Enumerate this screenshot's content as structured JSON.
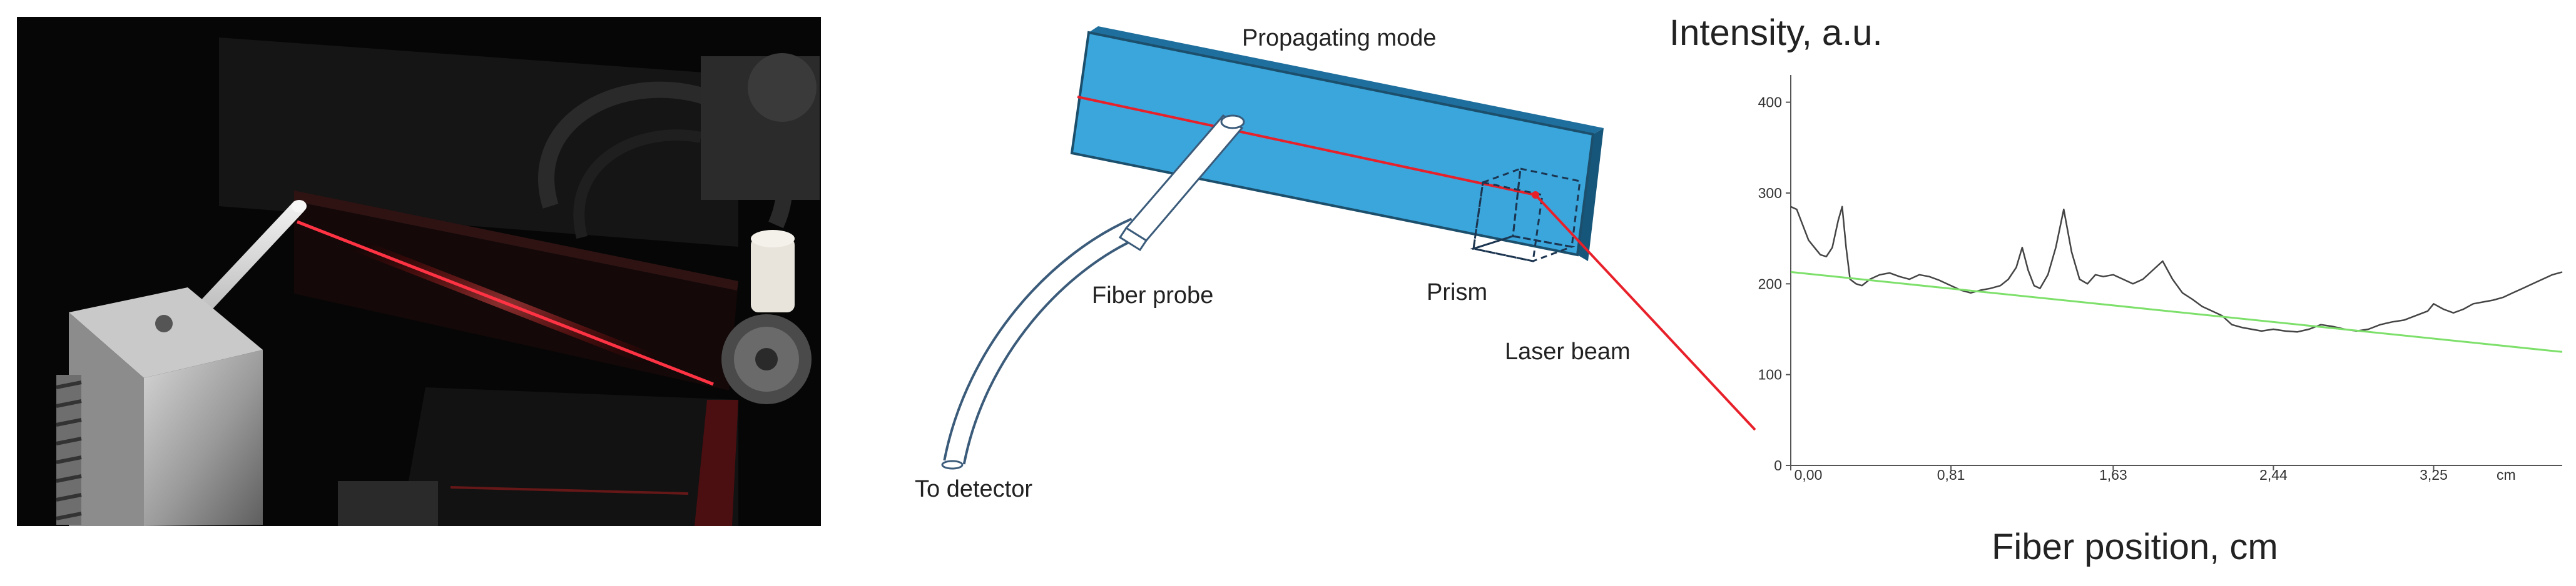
{
  "diagram": {
    "label_propagating_mode": "Propagating mode",
    "label_fiber_probe": "Fiber probe",
    "label_prism": "Prism",
    "label_laser_beam": "Laser beam",
    "label_to_detector": "To detector"
  },
  "colors": {
    "slab": "#3aa6dc",
    "laser": "#e8202a",
    "fiber_outline": "#3b5b7a",
    "series_line": "#444444",
    "fit_line": "#7de06a"
  },
  "chart_data": {
    "type": "line",
    "title": "Intensity, a.u.",
    "xlabel": "Fiber position, cm",
    "ylabel": "",
    "x_unit": "cm",
    "xlim": [
      0,
      3.9
    ],
    "ylim": [
      0,
      430
    ],
    "x_ticks": [
      "0,00",
      "0,81",
      "1,63",
      "2,44",
      "3,25"
    ],
    "x_tick_values": [
      0,
      0.81,
      1.63,
      2.44,
      3.25
    ],
    "y_ticks": [
      "0",
      "100",
      "200",
      "300",
      "400"
    ],
    "y_tick_values": [
      0,
      100,
      200,
      300,
      400
    ],
    "grid": false,
    "series": [
      {
        "x": [
          0.0,
          0.03,
          0.06,
          0.09,
          0.12,
          0.15,
          0.18,
          0.21,
          0.24,
          0.26,
          0.28,
          0.3,
          0.33,
          0.36,
          0.4,
          0.45,
          0.5,
          0.55,
          0.6,
          0.65,
          0.7,
          0.75,
          0.81,
          0.86,
          0.91,
          0.96,
          1.01,
          1.06,
          1.1,
          1.14,
          1.17,
          1.2,
          1.23,
          1.26,
          1.3,
          1.34,
          1.38,
          1.42,
          1.46,
          1.5,
          1.54,
          1.58,
          1.63,
          1.68,
          1.73,
          1.78,
          1.83,
          1.88,
          1.93,
          1.98,
          2.03,
          2.08,
          2.13,
          2.18,
          2.23,
          2.28,
          2.33,
          2.38,
          2.44,
          2.5,
          2.56,
          2.62,
          2.68,
          2.74,
          2.8,
          2.86,
          2.92,
          2.98,
          3.04,
          3.1,
          3.16,
          3.22,
          3.25,
          3.3,
          3.35,
          3.4,
          3.45,
          3.5,
          3.55,
          3.6,
          3.65,
          3.7,
          3.75,
          3.8,
          3.85,
          3.9
        ],
        "y": [
          285,
          282,
          265,
          248,
          240,
          232,
          230,
          240,
          270,
          285,
          240,
          205,
          200,
          198,
          205,
          210,
          212,
          208,
          205,
          210,
          208,
          204,
          198,
          193,
          190,
          193,
          195,
          198,
          205,
          218,
          240,
          215,
          198,
          195,
          210,
          240,
          282,
          235,
          205,
          200,
          210,
          208,
          210,
          205,
          200,
          205,
          215,
          225,
          205,
          190,
          183,
          175,
          170,
          165,
          155,
          152,
          150,
          148,
          150,
          148,
          147,
          150,
          155,
          153,
          150,
          148,
          150,
          155,
          158,
          160,
          165,
          170,
          178,
          172,
          168,
          172,
          178,
          180,
          182,
          185,
          190,
          195,
          200,
          205,
          210,
          213
        ]
      },
      {
        "x": [
          0.0,
          3.9
        ],
        "y": [
          213,
          125
        ]
      }
    ]
  }
}
